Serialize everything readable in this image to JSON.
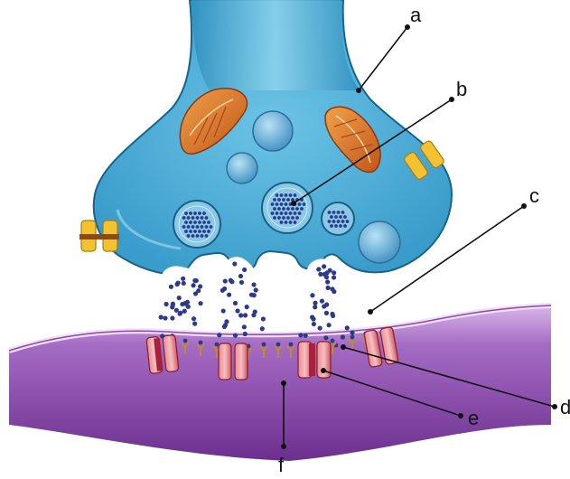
{
  "labels": {
    "a": "a",
    "b": "b",
    "c": "c",
    "d": "d",
    "e": "e",
    "f": "f"
  },
  "colors": {
    "presynaptic": "#4bb0d6",
    "presynaptic_dark": "#1d7fa8",
    "postsynaptic": "#9b5fb8",
    "postsynaptic_light": "#d9b3e6",
    "vesicle": "#7ec3e6",
    "neurotransmitter": "#2b3a8a",
    "mitochondrion": "#d8772a",
    "channel_yellow": "#f2c230",
    "receptor": "#d9434f",
    "leader_line": "#111111"
  },
  "icons": [
    "mitochondrion-icon",
    "vesicle-icon",
    "ion-channel-icon",
    "receptor-icon",
    "neurotransmitter-icon"
  ]
}
